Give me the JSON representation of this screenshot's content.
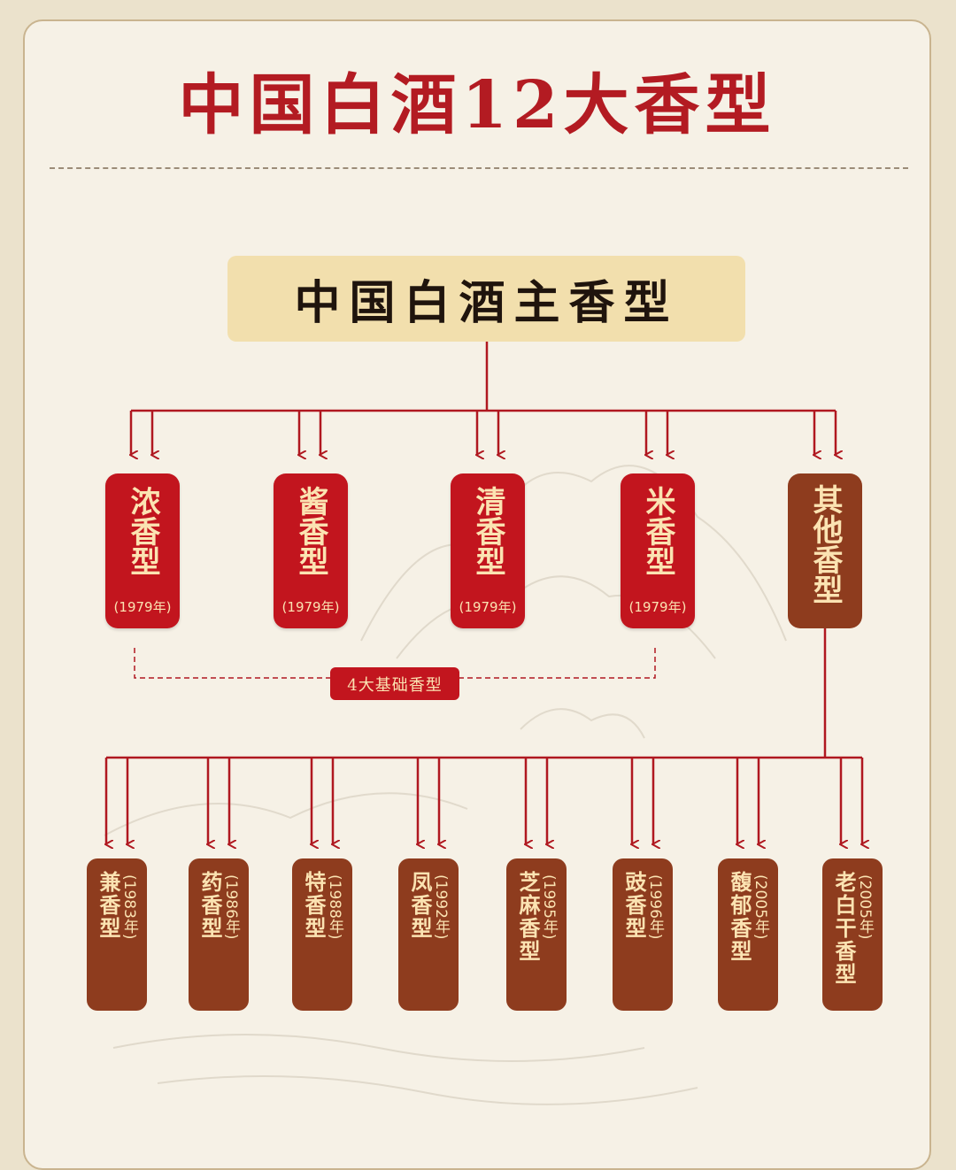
{
  "title": "中国白酒12大香型",
  "header": "中国白酒主香型",
  "main_types": [
    {
      "name": "浓香型",
      "year": "(1979年)"
    },
    {
      "name": "酱香型",
      "year": "(1979年)"
    },
    {
      "name": "清香型",
      "year": "(1979年)"
    },
    {
      "name": "米香型",
      "year": "(1979年)"
    }
  ],
  "other_type": "其他香型",
  "basic_label": "4大基础香型",
  "sub_types": [
    {
      "name": "兼香型",
      "year": "(1983年)"
    },
    {
      "name": "药香型",
      "year": "(1986年)"
    },
    {
      "name": "特香型",
      "year": "(1988年)"
    },
    {
      "name": "凤香型",
      "year": "(1992年)"
    },
    {
      "name": "芝麻香型",
      "year": "(1995年)"
    },
    {
      "name": "豉香型",
      "year": "(1996年)"
    },
    {
      "name": "馥郁香型",
      "year": "(2005年)"
    },
    {
      "name": "老白干香型",
      "year": "(2005年)"
    }
  ],
  "colors": {
    "red": "#c2151e",
    "brown": "#8e3c1e",
    "gold_text": "#fbe3b2",
    "header_bg": "#f2dfad",
    "title": "#b31b22"
  }
}
